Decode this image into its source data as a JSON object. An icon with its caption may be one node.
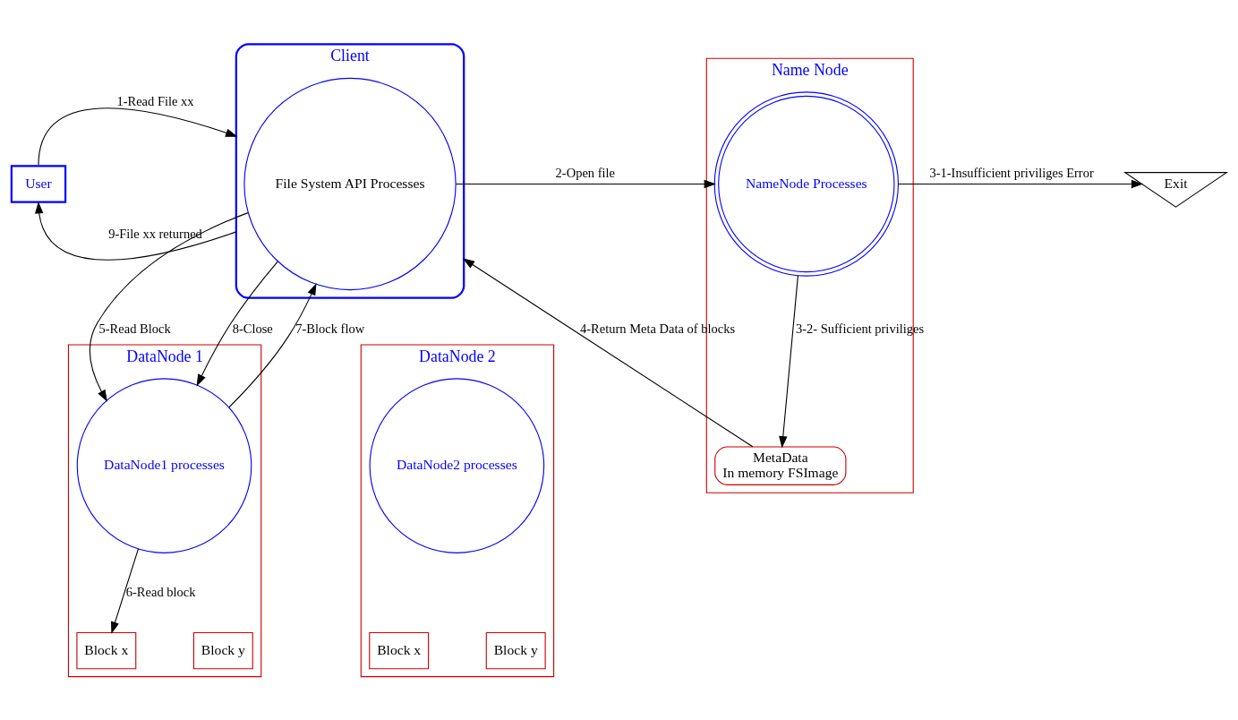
{
  "diagram": {
    "nodes": [
      {
        "text": [
          "User"
        ]
      },
      {
        "text": [
          "Client"
        ]
      },
      {
        "text": [
          "File System API Processes"
        ],
        "in": 1
      },
      {
        "text": [
          "Name Node"
        ]
      },
      {
        "text": [
          "NameNode Processes"
        ],
        "in": 3
      },
      {
        "text": [
          "MetaData",
          "In memory FSImage"
        ],
        "in": 3
      },
      {
        "text": [
          "Exit"
        ]
      },
      {
        "text": [
          "DataNode 1"
        ]
      },
      {
        "text": [
          "DataNode1 processes"
        ],
        "in": 7
      },
      {
        "text": [
          "Block x"
        ],
        "in": 7
      },
      {
        "text": [
          "Block y"
        ],
        "in": 7
      },
      {
        "text": [
          "DataNode 2"
        ]
      },
      {
        "text": [
          "DataNode2 processes"
        ],
        "in": 11
      },
      {
        "text": [
          "Block x"
        ],
        "in": 11
      },
      {
        "text": [
          "Block y"
        ],
        "in": 11
      }
    ],
    "edges": [
      {
        "from": 0,
        "to": 1,
        "arrow": "to",
        "label": "1-Read File xx"
      },
      {
        "from": 2,
        "to": 4,
        "arrow": "to",
        "label": "2-Open file"
      },
      {
        "from": 4,
        "to": 6,
        "arrow": "to",
        "label": "3-1-Insufficient priviliges Error"
      },
      {
        "from": 4,
        "to": 5,
        "arrow": "to",
        "label": "3-2- Sufficient priviliges"
      },
      {
        "from": 5,
        "to": 1,
        "arrow": "to",
        "label": "4-Return Meta Data of blocks"
      },
      {
        "from": 2,
        "to": 8,
        "arrow": "to",
        "label": "5-Read Block"
      },
      {
        "from": 8,
        "to": 9,
        "arrow": "to",
        "label": "6-Read block"
      },
      {
        "from": 8,
        "to": 2,
        "arrow": "to",
        "label": "7-Block flow"
      },
      {
        "from": 2,
        "to": 8,
        "arrow": "to",
        "label": "8-Close"
      },
      {
        "from": 1,
        "to": 0,
        "arrow": "to",
        "label": "9-File xx returned"
      }
    ]
  }
}
